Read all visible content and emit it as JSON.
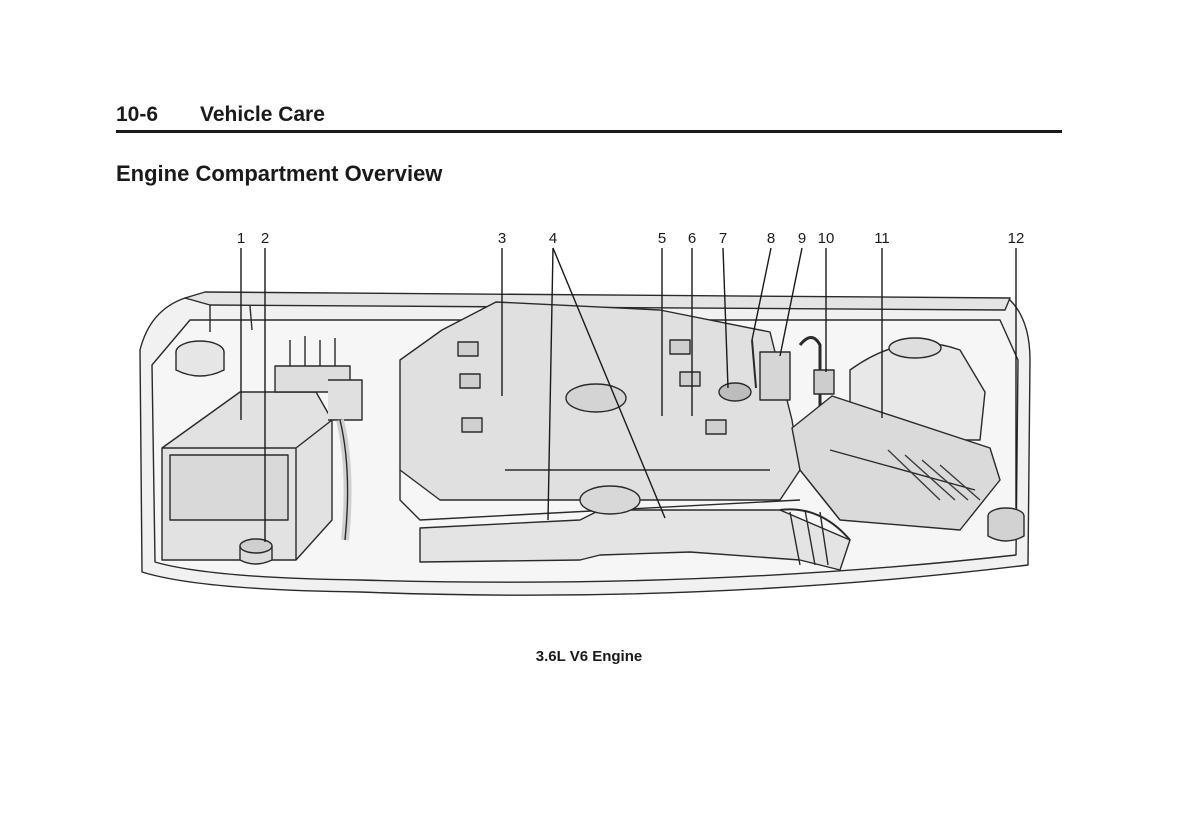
{
  "header": {
    "section": "10-6",
    "chapter": "Vehicle Care"
  },
  "page_title": "Engine Compartment Overview",
  "figure": {
    "callouts": [
      "1",
      "2",
      "3",
      "4",
      "5",
      "6",
      "7",
      "8",
      "9",
      "10",
      "11",
      "12"
    ],
    "caption": "3.6L V6 Engine"
  }
}
